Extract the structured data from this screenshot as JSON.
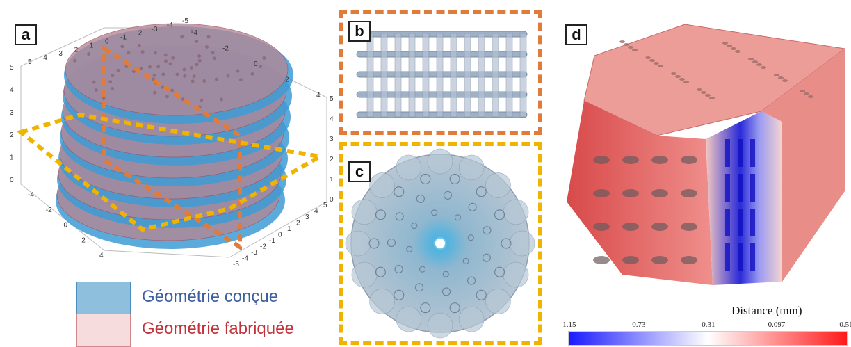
{
  "panels": {
    "a": {
      "label": "a"
    },
    "b": {
      "label": "b"
    },
    "c": {
      "label": "c"
    },
    "d": {
      "label": "d"
    }
  },
  "legend": {
    "designed": {
      "label": "Géométrie conçue",
      "color": "#3d7fb8"
    },
    "fabricated": {
      "label": "Géométrie fabriquée",
      "color": "#c2323a"
    }
  },
  "colorbar": {
    "title": "Distance (mm)",
    "ticks": [
      "-1.15",
      "-0.73",
      "-0.31",
      "0.097",
      "0.51"
    ],
    "colors": {
      "min": "#1a1aff",
      "mid": "#ffffff",
      "max": "#ff1a1a"
    }
  },
  "axes_a": {
    "top_left": [
      "5",
      "4",
      "3",
      "2",
      "1",
      "0",
      "-1",
      "-2",
      "-3",
      "-4",
      "-5"
    ],
    "top_right": [
      "-4",
      "-2",
      "0",
      "2",
      "4"
    ],
    "left": [
      "5",
      "4",
      "3",
      "2",
      "1",
      "0"
    ],
    "right": [
      "5",
      "4",
      "3",
      "2",
      "1",
      "0"
    ],
    "bottom_left": [
      "-4",
      "-2",
      "0",
      "2",
      "4"
    ],
    "bottom_right": [
      "-5",
      "-4",
      "-3",
      "-2",
      "-1",
      "0",
      "1",
      "2",
      "3",
      "4",
      "5"
    ]
  },
  "accent": {
    "orange": "#e07b39",
    "yellow": "#f0b400"
  }
}
